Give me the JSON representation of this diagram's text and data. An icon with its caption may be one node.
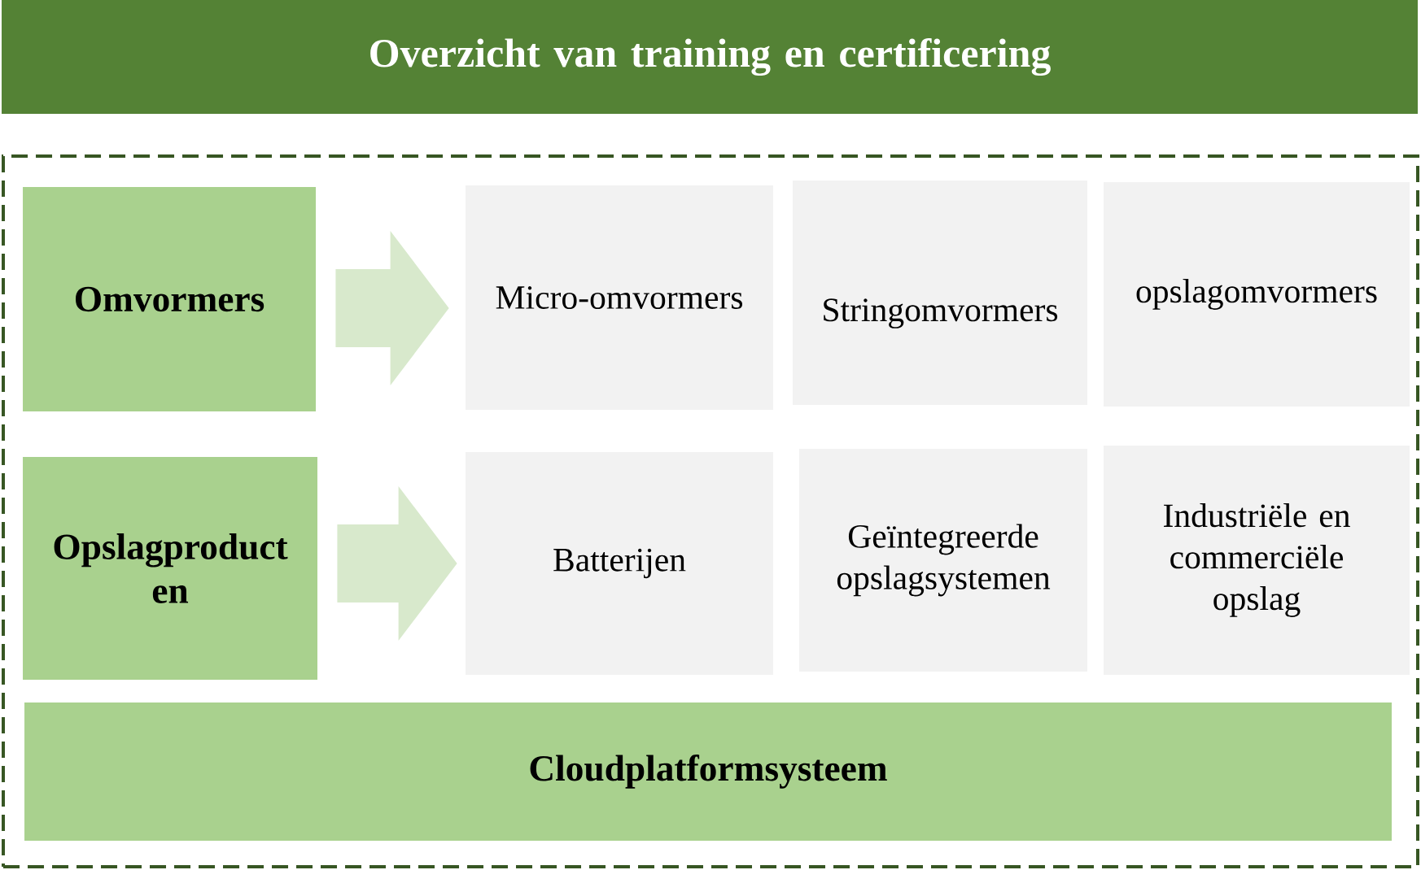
{
  "diagram": {
    "title": "Overzicht van training en certificering",
    "nodes": [
      {
        "text": [],
        "shape": "box"
      },
      {
        "text": [
          "Omvormers"
        ],
        "in": 0
      },
      {
        "text": [
          "Micro-omvormers"
        ],
        "in": 0
      },
      {
        "text": [
          "Stringomvormers"
        ],
        "in": 0
      },
      {
        "text": [
          "opslagomvormers"
        ],
        "in": 0
      },
      {
        "text": [
          "Opslagproduct en"
        ],
        "in": 0
      },
      {
        "text": [
          "Batterijen"
        ],
        "in": 0
      },
      {
        "text": [
          "Geïntegreerde opslagsystemen"
        ],
        "in": 0
      },
      {
        "text": [
          "Industriële en commerciële opslag"
        ],
        "in": 0
      },
      {
        "text": [
          "Cloudplatformsysteem"
        ],
        "in": 0
      }
    ],
    "edges": [
      {
        "from": 1,
        "to": 2,
        "arrow": "to"
      },
      {
        "from": 5,
        "to": 6,
        "arrow": "to"
      }
    ]
  }
}
